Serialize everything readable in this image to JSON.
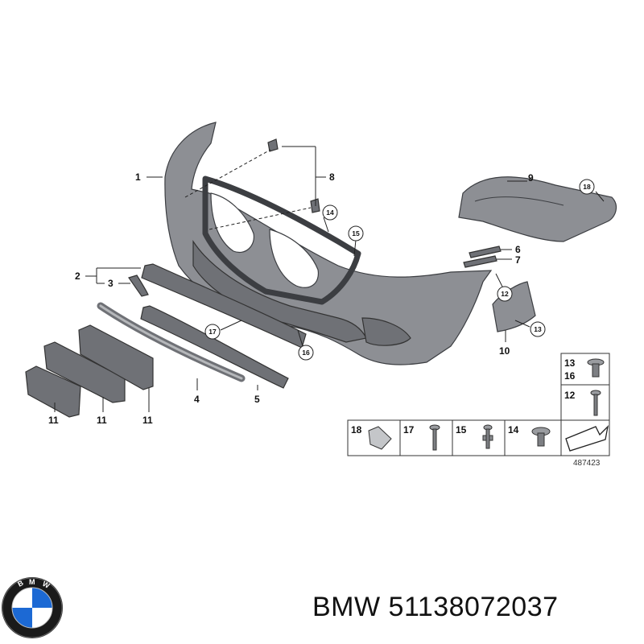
{
  "callouts": [
    {
      "id": "c1",
      "label": "1"
    },
    {
      "id": "c2",
      "label": "2"
    },
    {
      "id": "c3",
      "label": "3"
    },
    {
      "id": "c4",
      "label": "4"
    },
    {
      "id": "c5",
      "label": "5"
    },
    {
      "id": "c6",
      "label": "6"
    },
    {
      "id": "c7",
      "label": "7"
    },
    {
      "id": "c8",
      "label": "8"
    },
    {
      "id": "c9",
      "label": "9"
    },
    {
      "id": "c10",
      "label": "10"
    },
    {
      "id": "c11a",
      "label": "11"
    },
    {
      "id": "c11b",
      "label": "11"
    },
    {
      "id": "c11c",
      "label": "11"
    },
    {
      "id": "c12",
      "label": "12"
    },
    {
      "id": "c13",
      "label": "13"
    },
    {
      "id": "c14",
      "label": "14"
    },
    {
      "id": "c15",
      "label": "15"
    },
    {
      "id": "c16",
      "label": "16"
    },
    {
      "id": "c17",
      "label": "17"
    },
    {
      "id": "c18",
      "label": "18"
    }
  ],
  "legend_table": [
    {
      "id": "t13",
      "label": "13"
    },
    {
      "id": "t16",
      "label": "16"
    },
    {
      "id": "t12",
      "label": "12"
    },
    {
      "id": "t18",
      "label": "18"
    },
    {
      "id": "t17",
      "label": "17"
    },
    {
      "id": "t15",
      "label": "15"
    },
    {
      "id": "t14",
      "label": "14"
    }
  ],
  "diagram_number": "487423",
  "caption": "BMW  51138072037",
  "logo": {
    "lettering": "BMW",
    "colors": {
      "blue": "#1c69d4",
      "ring": "#1a1a1a",
      "white": "#ffffff"
    }
  }
}
